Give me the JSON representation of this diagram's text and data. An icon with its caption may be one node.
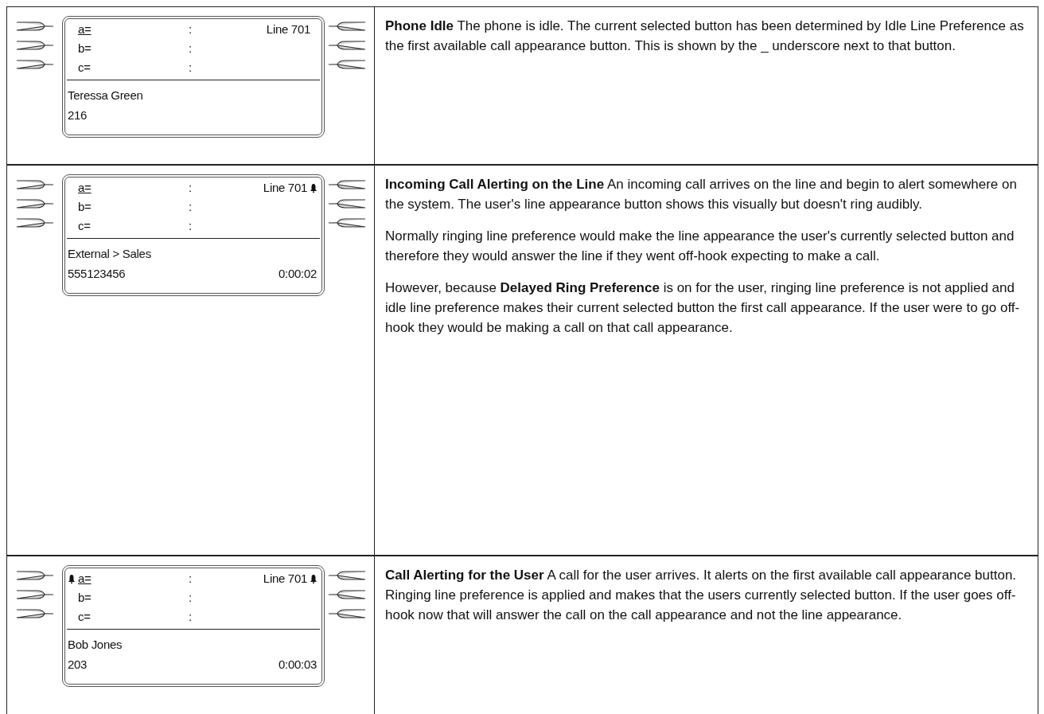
{
  "diagram": {
    "labels": [
      "a=",
      ":",
      "Line 701",
      "b=",
      ":",
      "c=",
      ":",
      "Teressa Green",
      "216",
      "**Phone Idle** The phone is idle. The current selected button has been determined by Idle Line Preference as the first available call appearance button. This is shown by the _ underscore next to that button.",
      "a=",
      ":",
      "Line 701",
      "b=",
      ":",
      "c=",
      ":",
      "External > Sales",
      "555123456",
      "0:00:02",
      "**Incoming Call Alerting on the Line** An incoming call arrives on the line and begin to alert somewhere on the system. The user's line appearance button shows this visually but doesn't ring audibly.",
      "Normally ringing line preference would make the line appearance the user's currently selected button and therefore they would answer the line if they went off-hook expecting to make a call.",
      "However, because **Delayed Ring Preference** is on for the user, ringing line preference is not applied and idle line preference makes their current selected button the first call appearance. If the user were to go off-hook they would be making a call on that call appearance.",
      "a=",
      ":",
      "Line 701",
      "b=",
      ":",
      "c=",
      ":",
      "Bob Jones",
      "203",
      "0:00:03",
      "**Call Alerting for the User** A call for the user arrives. It alerts on the first available call appearance button. Ringing line preference is applied and makes that the users currently selected button. If the user goes off-hook now that will answer the call on the call appearance and not the line appearance."
    ]
  }
}
